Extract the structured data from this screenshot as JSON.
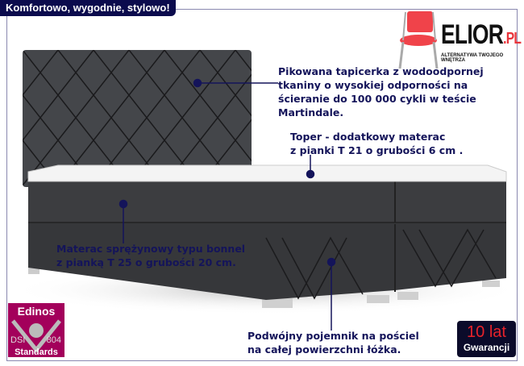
{
  "banner": "Komfortowo, wygodnie, stylowo!",
  "logo": {
    "name": "ELIOR",
    "suffix": ".PL",
    "tagline": "ALTERNATYWA TWOJEGO WNĘTRZA"
  },
  "annotations": {
    "headboard": [
      "Pikowana tapicerka z wodoodpornej",
      "tkaniny o wysokiej odporności na",
      "ścieranie do 100 000 cykli w teście",
      "Martindale."
    ],
    "topper": [
      "Toper - dodatkowy materac",
      "z pianki T 21 o grubości 6 cm ."
    ],
    "mattress": [
      "Materac sprężynowy typu bonnel",
      "z pianką T 25 o grubości 20 cm."
    ],
    "storage": [
      "Podwójny pojemnik na pościel",
      "na całej powierzchni łóżka."
    ]
  },
  "edinos": {
    "title": "Edinos",
    "left": "DSI",
    "right": "804",
    "bottom": "Standards"
  },
  "warranty": {
    "years": "10 lat",
    "label": "Gwarancji"
  },
  "colors": {
    "navy": "#14145a",
    "fabric": "#3c3d40",
    "edinos": "#a3005b"
  }
}
